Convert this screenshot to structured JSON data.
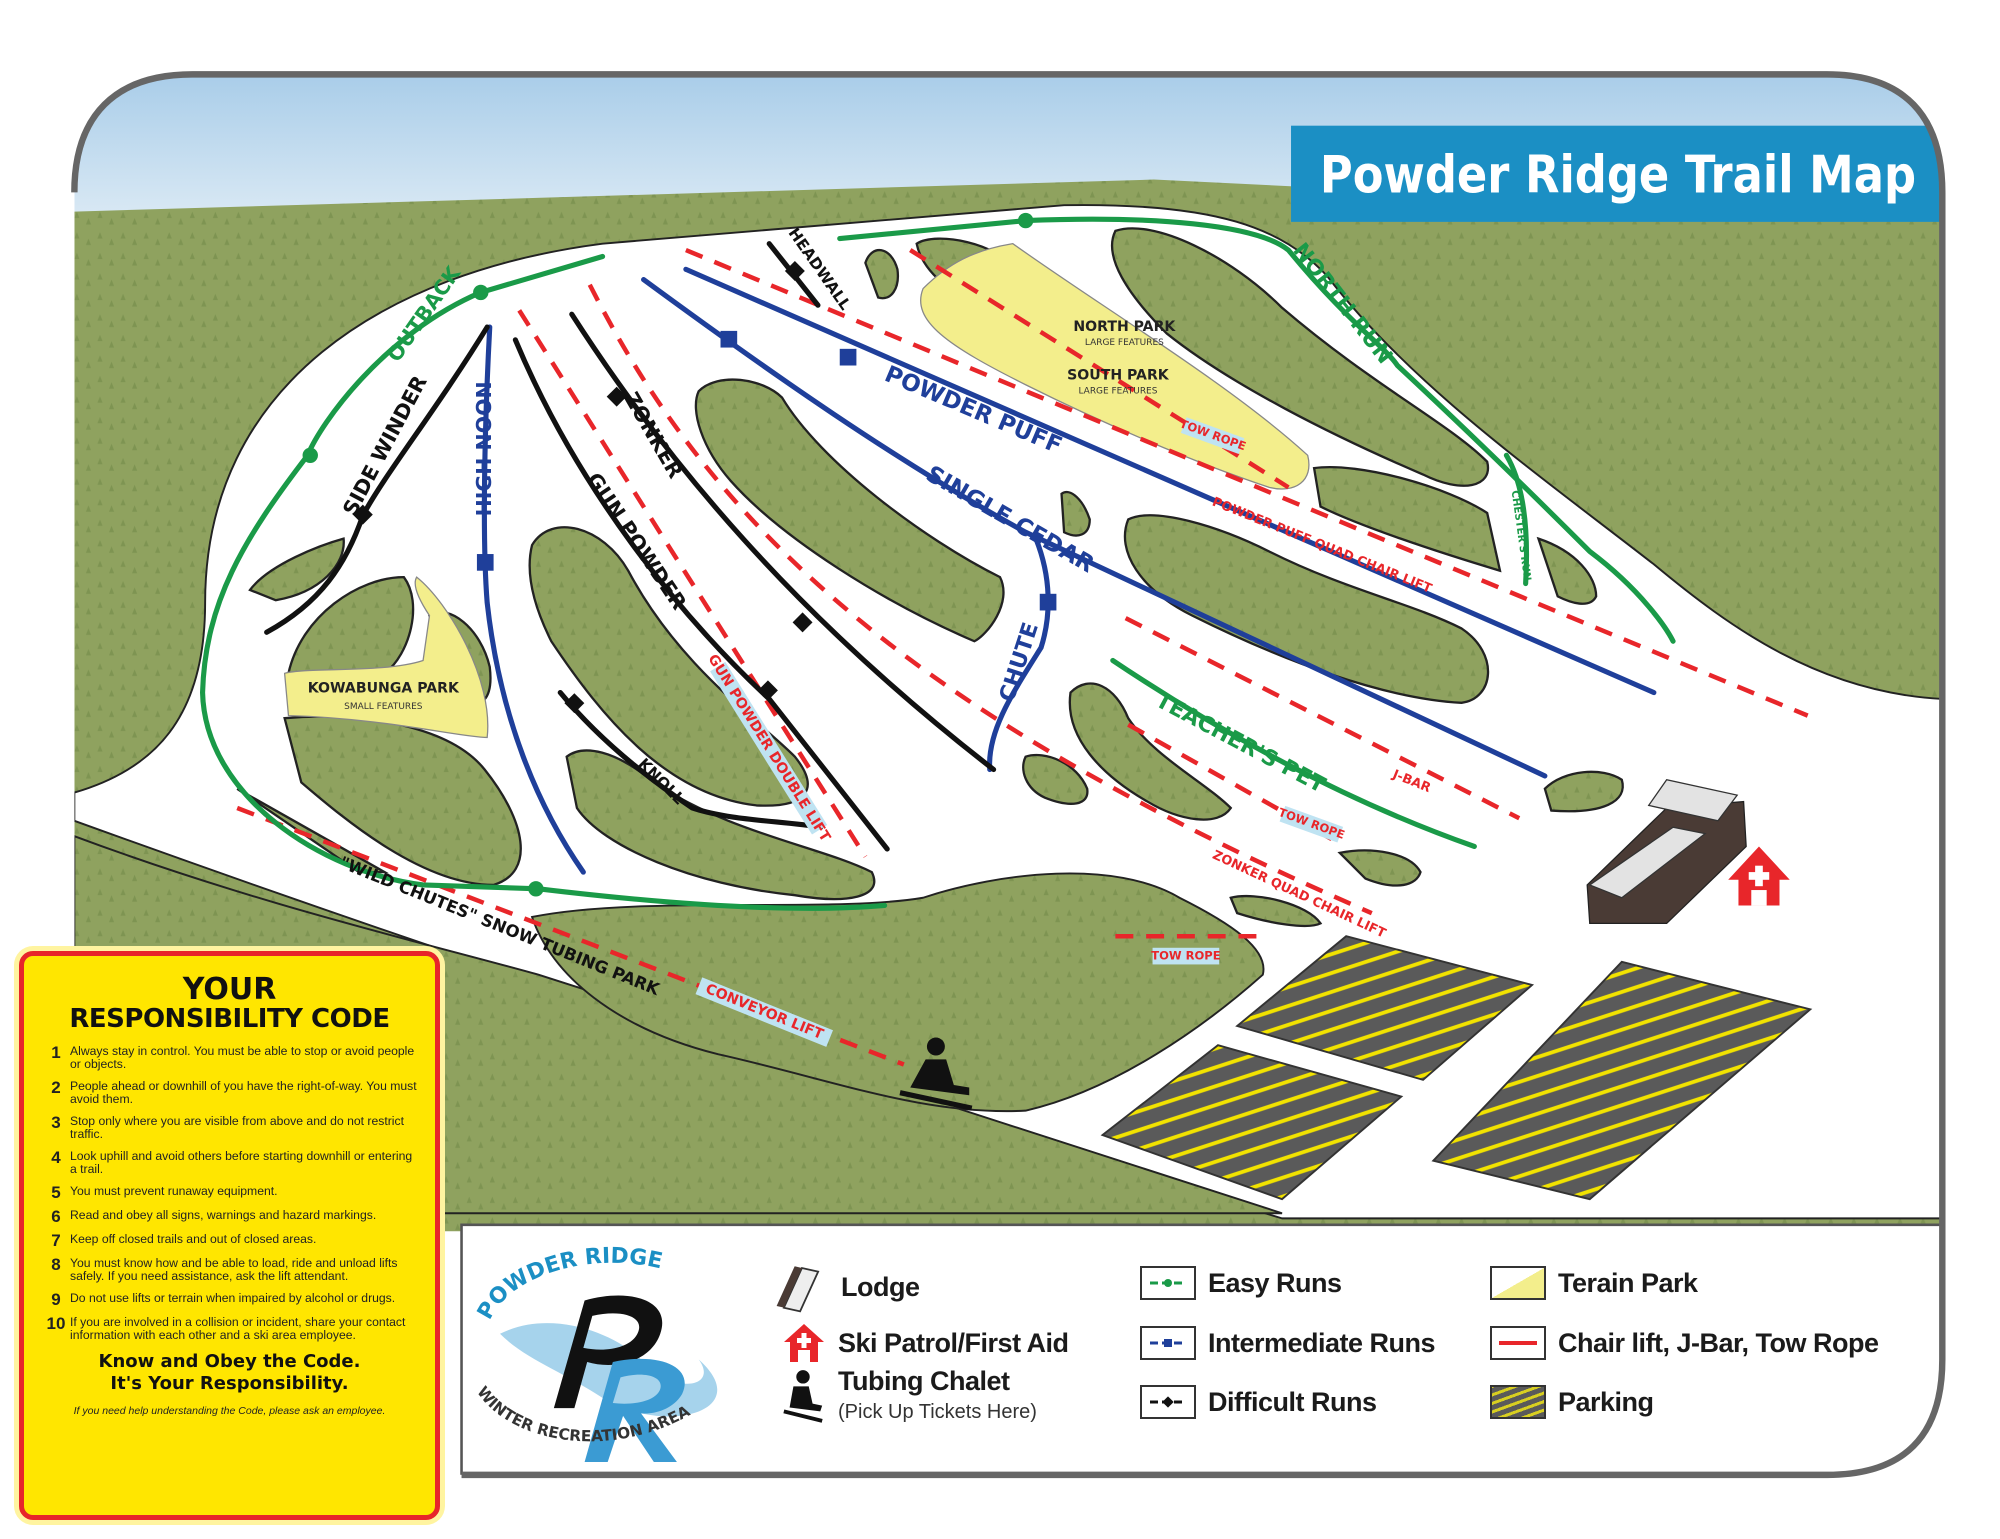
{
  "title": "Powder Ridge Trail Map",
  "colors": {
    "title_bg": "#1b8fc4",
    "forest": "#8fa25f",
    "easy": "#1a9a48",
    "intermediate": "#1f3f9a",
    "difficult": "#111111",
    "lift": "#e8262a",
    "terrain_park": "#f3ee8c",
    "parking": "#555555",
    "code_bg": "#ffe600"
  },
  "map_labels": {
    "outback": "OUTBACK",
    "side_winder": "SIDE WINDER",
    "high_noon": "HIGH NOON",
    "gun_powder": "GUN POWDER",
    "zonker": "ZONKER",
    "headwall": "HEADWALL",
    "powder_puff": "POWDER PUFF",
    "single_cedar": "SINGLE CEDAR",
    "north_run": "NORTH RUN",
    "north_park": "NORTH PARK",
    "north_park_sub": "LARGE FEATURES",
    "south_park": "SOUTH PARK",
    "south_park_sub": "LARGE FEATURES",
    "tow_rope": "TOW ROPE",
    "powder_puff_lift": "POWDER PUFF QUAD CHAIR LIFT",
    "chesters_run": "CHESTER'S RUN",
    "chute": "CHUTE",
    "teachers_pet": "TEACHER'S PET",
    "j_bar": "J-BAR",
    "zonker_lift": "ZONKER QUAD CHAIR LIFT",
    "gun_powder_lift": "GUN POWDER DOUBLE LIFT",
    "knoll": "KNOLL",
    "kowabunga_park": "KOWABUNGA PARK",
    "kowabunga_sub": "SMALL FEATURES",
    "tubing_park": "\"WILD CHUTES\" SNOW TUBING PARK",
    "conveyor_lift": "CONVEYOR LIFT"
  },
  "code": {
    "title_line1": "YOUR",
    "title_line2": "RESPONSIBILITY CODE",
    "rules": [
      {
        "n": "1",
        "text": "Always stay in control. You must be able to stop or avoid people or objects."
      },
      {
        "n": "2",
        "text": "People ahead or downhill of you have the right-of-way. You must avoid them."
      },
      {
        "n": "3",
        "text": "Stop only where you are visible from above and do not restrict traffic."
      },
      {
        "n": "4",
        "text": "Look uphill and avoid others before starting downhill or entering a trail."
      },
      {
        "n": "5",
        "text": "You must prevent runaway equipment."
      },
      {
        "n": "6",
        "text": "Read and obey all signs, warnings and hazard markings."
      },
      {
        "n": "7",
        "text": "Keep off closed trails and out of closed areas."
      },
      {
        "n": "8",
        "text": "You must know how and be able to load, ride and unload lifts safely. If you need assistance, ask the lift attendant."
      },
      {
        "n": "9",
        "text": "Do not use lifts or terrain when impaired by alcohol or drugs."
      },
      {
        "n": "10",
        "text": "If you are involved in a collision or incident, share your contact information with each other and a ski area employee."
      }
    ],
    "motto_line1": "Know and Obey the Code.",
    "motto_line2": "It's Your Responsibility.",
    "footer": "If you need help understanding the Code, please ask an employee."
  },
  "logo": {
    "top_arc": "POWDER RIDGE",
    "bottom_arc": "WINTER RECREATION AREA",
    "letters": "PR"
  },
  "legend": {
    "lodge": {
      "label": "Lodge",
      "icon": "lodge-icon"
    },
    "ski_patrol": {
      "label": "Ski Patrol/First Aid",
      "icon": "first-aid-house-icon"
    },
    "tubing_chalet": {
      "label": "Tubing Chalet",
      "sub": "(Pick Up Tickets Here)",
      "icon": "tubing-icon"
    },
    "easy": {
      "label": "Easy Runs",
      "icon": "green-circle"
    },
    "intermediate": {
      "label": "Intermediate Runs",
      "icon": "blue-square"
    },
    "difficult": {
      "label": "Difficult Runs",
      "icon": "black-diamond"
    },
    "terrain_park": {
      "label": "Terain Park"
    },
    "lifts": {
      "label": "Chair lift, J-Bar, Tow Rope"
    },
    "parking": {
      "label": "Parking"
    }
  }
}
